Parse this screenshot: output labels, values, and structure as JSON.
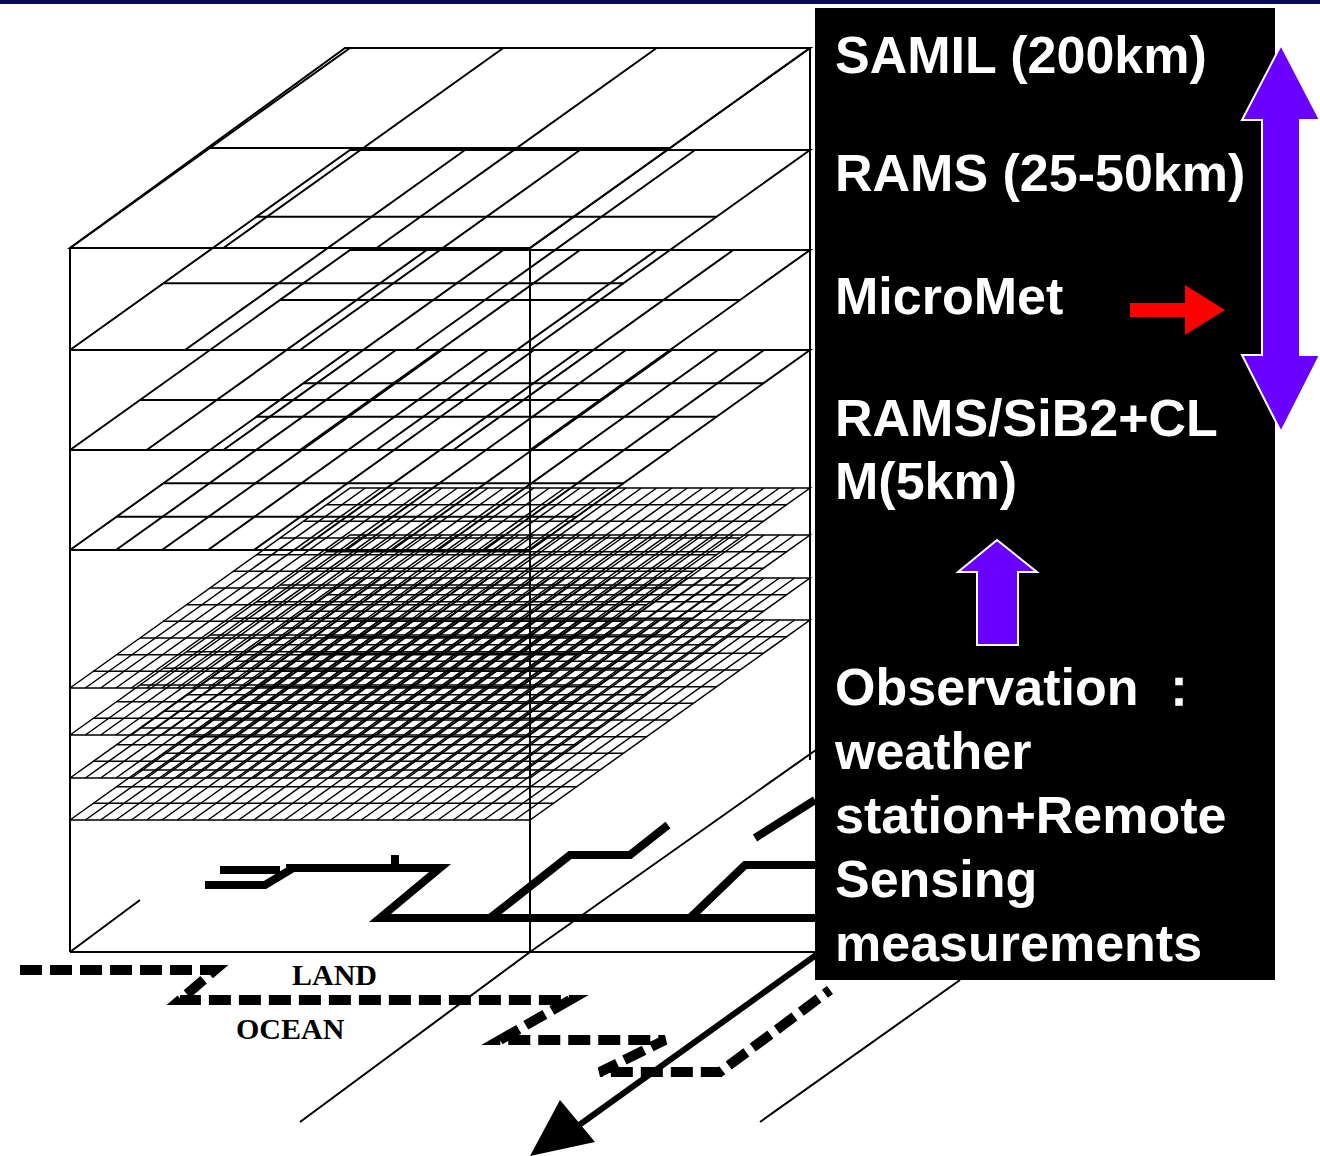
{
  "diagram": {
    "labels": [
      "SAMIL (200km)",
      "RAMS (25-50km)",
      "MicroMet",
      "RAMS/SiB2+CL M(5km)",
      "Observation ： weather station+Remote Sensing measurements",
      "LAND",
      "OCEAN"
    ]
  }
}
